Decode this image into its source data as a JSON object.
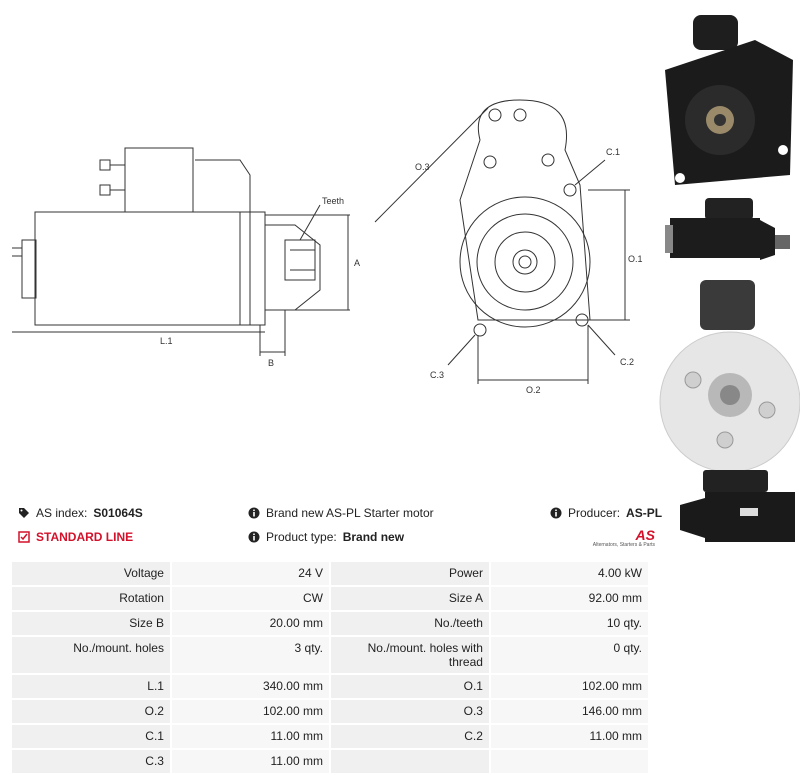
{
  "drawing": {
    "labels": {
      "teeth": "Teeth",
      "a": "A",
      "b": "B",
      "l1": "L.1",
      "o3": "O.3",
      "c1": "C.1",
      "o1": "O.1",
      "c2": "C.2",
      "c3": "C.3",
      "o2": "O.2"
    }
  },
  "info": {
    "as_index_label": "AS index:",
    "as_index_value": "S01064S",
    "standard_line": "STANDARD LINE",
    "description": "Brand new AS-PL Starter motor",
    "product_type_label": "Product type:",
    "product_type_value": "Brand new",
    "producer_label": "Producer:",
    "producer_value": "AS-PL",
    "logo_text": "AS",
    "logo_tagline": "Alternators, Starters & Parts"
  },
  "specs": [
    [
      "Voltage",
      "24 V",
      "Power",
      "4.00 kW"
    ],
    [
      "Rotation",
      "CW",
      "Size A",
      "92.00 mm"
    ],
    [
      "Size B",
      "20.00 mm",
      "No./teeth",
      "10 qty."
    ],
    [
      "No./mount. holes",
      "3 qty.",
      "No./mount. holes with thread",
      "0 qty."
    ],
    [
      "L.1",
      "340.00 mm",
      "O.1",
      "102.00 mm"
    ],
    [
      "O.2",
      "102.00 mm",
      "O.3",
      "146.00 mm"
    ],
    [
      "C.1",
      "11.00 mm",
      "C.2",
      "11.00 mm"
    ],
    [
      "C.3",
      "11.00 mm",
      "",
      ""
    ]
  ],
  "colors": {
    "accent_red": "#d4112b",
    "cell_bg": "#f0f0f0"
  }
}
